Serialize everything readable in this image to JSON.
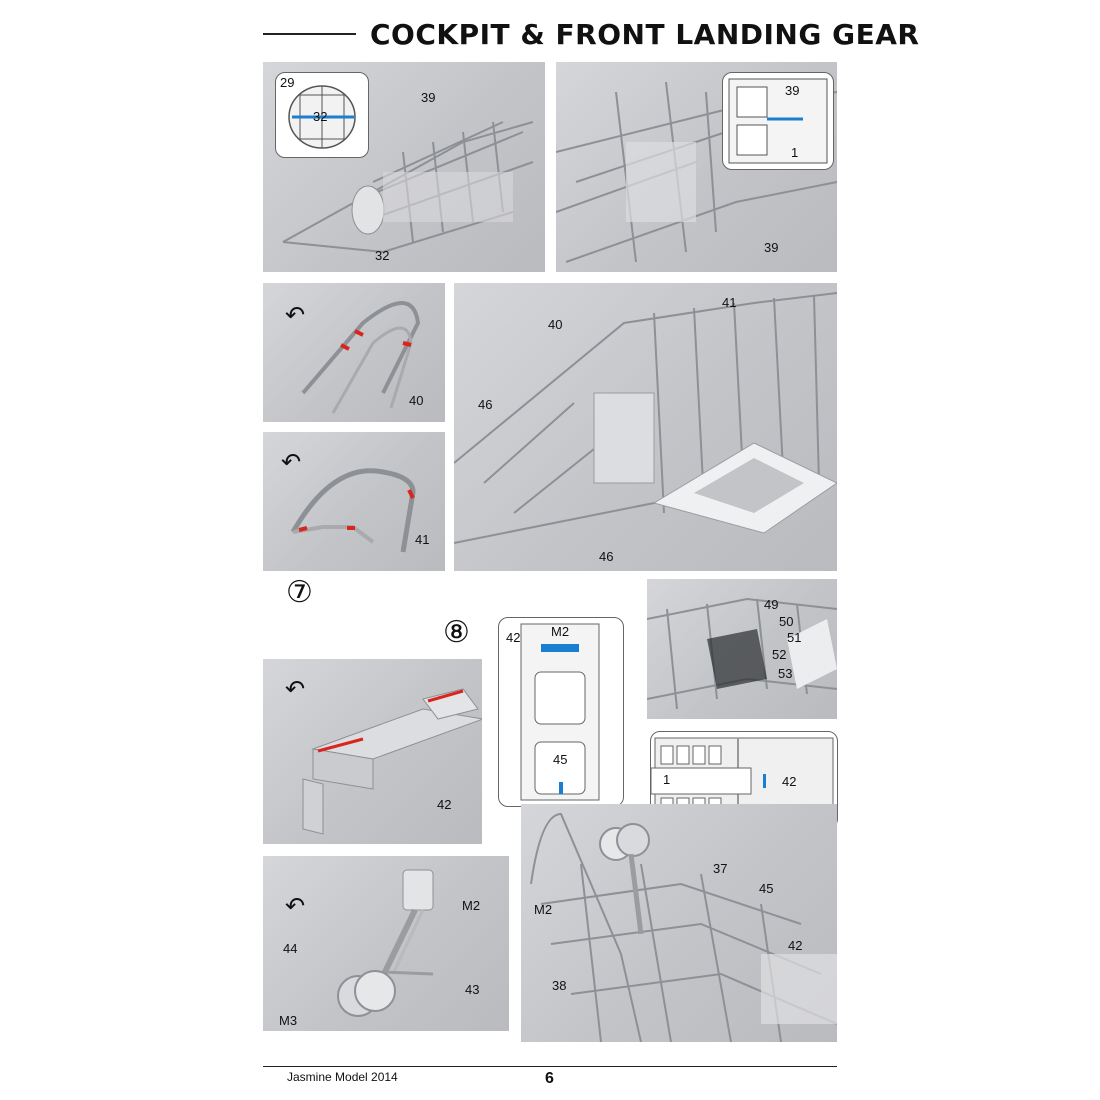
{
  "page": {
    "title": "COCKPIT & FRONT LANDING GEAR",
    "footer_brand": "Jasmine Model 2014",
    "page_number": "6"
  },
  "steps": {
    "step7": "⑦",
    "step8": "⑧"
  },
  "panels": {
    "p1": {
      "inset_labels": [
        "29",
        "32"
      ],
      "labels": [
        "39",
        "32"
      ]
    },
    "p2": {
      "inset_labels": [
        "39",
        "1"
      ],
      "labels": [
        "39"
      ]
    },
    "p3": {
      "labels": [
        "40"
      ]
    },
    "p4": {
      "labels": [
        "41"
      ]
    },
    "p5": {
      "labels": [
        "40",
        "41",
        "46",
        "46"
      ]
    },
    "p6": {
      "labels": [
        "42"
      ]
    },
    "p7": {
      "labels": [
        "M2",
        "42",
        "45"
      ]
    },
    "p8": {
      "labels": [
        "49",
        "50",
        "51",
        "52",
        "53"
      ]
    },
    "p9": {
      "labels": [
        "1",
        "42"
      ]
    },
    "p10": {
      "labels": [
        "M2",
        "44",
        "43",
        "M3"
      ]
    },
    "p11": {
      "labels": [
        "37",
        "45",
        "M2",
        "38",
        "42"
      ]
    }
  },
  "colors": {
    "marker_blue": "#1a7fd0",
    "marker_red": "#d9261c",
    "panel_bg": "#c4c6ca"
  },
  "icons": [
    "fold-arrow-icon"
  ]
}
